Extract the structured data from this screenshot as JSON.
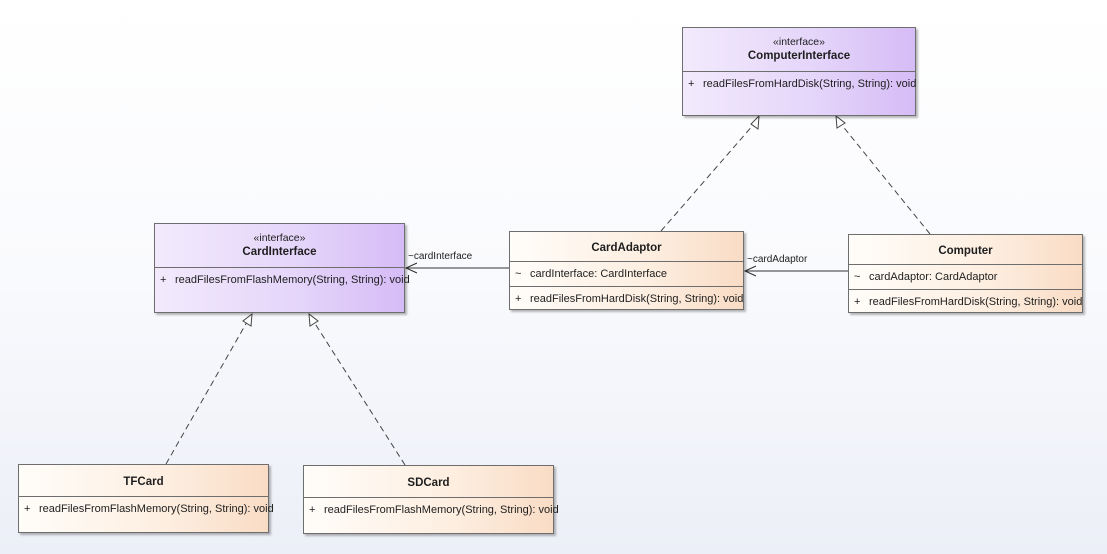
{
  "interfaces": {
    "computer_interface": {
      "stereotype": "«interface»",
      "name": "ComputerInterface",
      "operations": [
        {
          "visibility": "+",
          "text": "readFilesFromHardDisk(String, String): void"
        }
      ]
    },
    "card_interface": {
      "stereotype": "«interface»",
      "name": "CardInterface",
      "operations": [
        {
          "visibility": "+",
          "text": "readFilesFromFlashMemory(String, String): void"
        }
      ]
    }
  },
  "classes": {
    "card_adaptor": {
      "name": "CardAdaptor",
      "attributes": [
        {
          "visibility": "~",
          "text": "cardInterface: CardInterface"
        }
      ],
      "operations": [
        {
          "visibility": "+",
          "text": "readFilesFromHardDisk(String, String): void"
        }
      ]
    },
    "computer": {
      "name": "Computer",
      "attributes": [
        {
          "visibility": "~",
          "text": "cardAdaptor: CardAdaptor"
        }
      ],
      "operations": [
        {
          "visibility": "+",
          "text": "readFilesFromHardDisk(String, String): void"
        }
      ]
    },
    "tf_card": {
      "name": "TFCard",
      "operations": [
        {
          "visibility": "+",
          "text": "readFilesFromFlashMemory(String, String): void"
        }
      ]
    },
    "sd_card": {
      "name": "SDCard",
      "operations": [
        {
          "visibility": "+",
          "text": "readFilesFromFlashMemory(String, String): void"
        }
      ]
    }
  },
  "associations": {
    "adaptor_to_card_interface": {
      "label": "~cardInterface"
    },
    "computer_to_adaptor": {
      "label": "~cardAdaptor"
    }
  },
  "colors": {
    "interface_fill": "#e5d6fa",
    "class_fill": "#fdeee0",
    "line": "#444444"
  }
}
